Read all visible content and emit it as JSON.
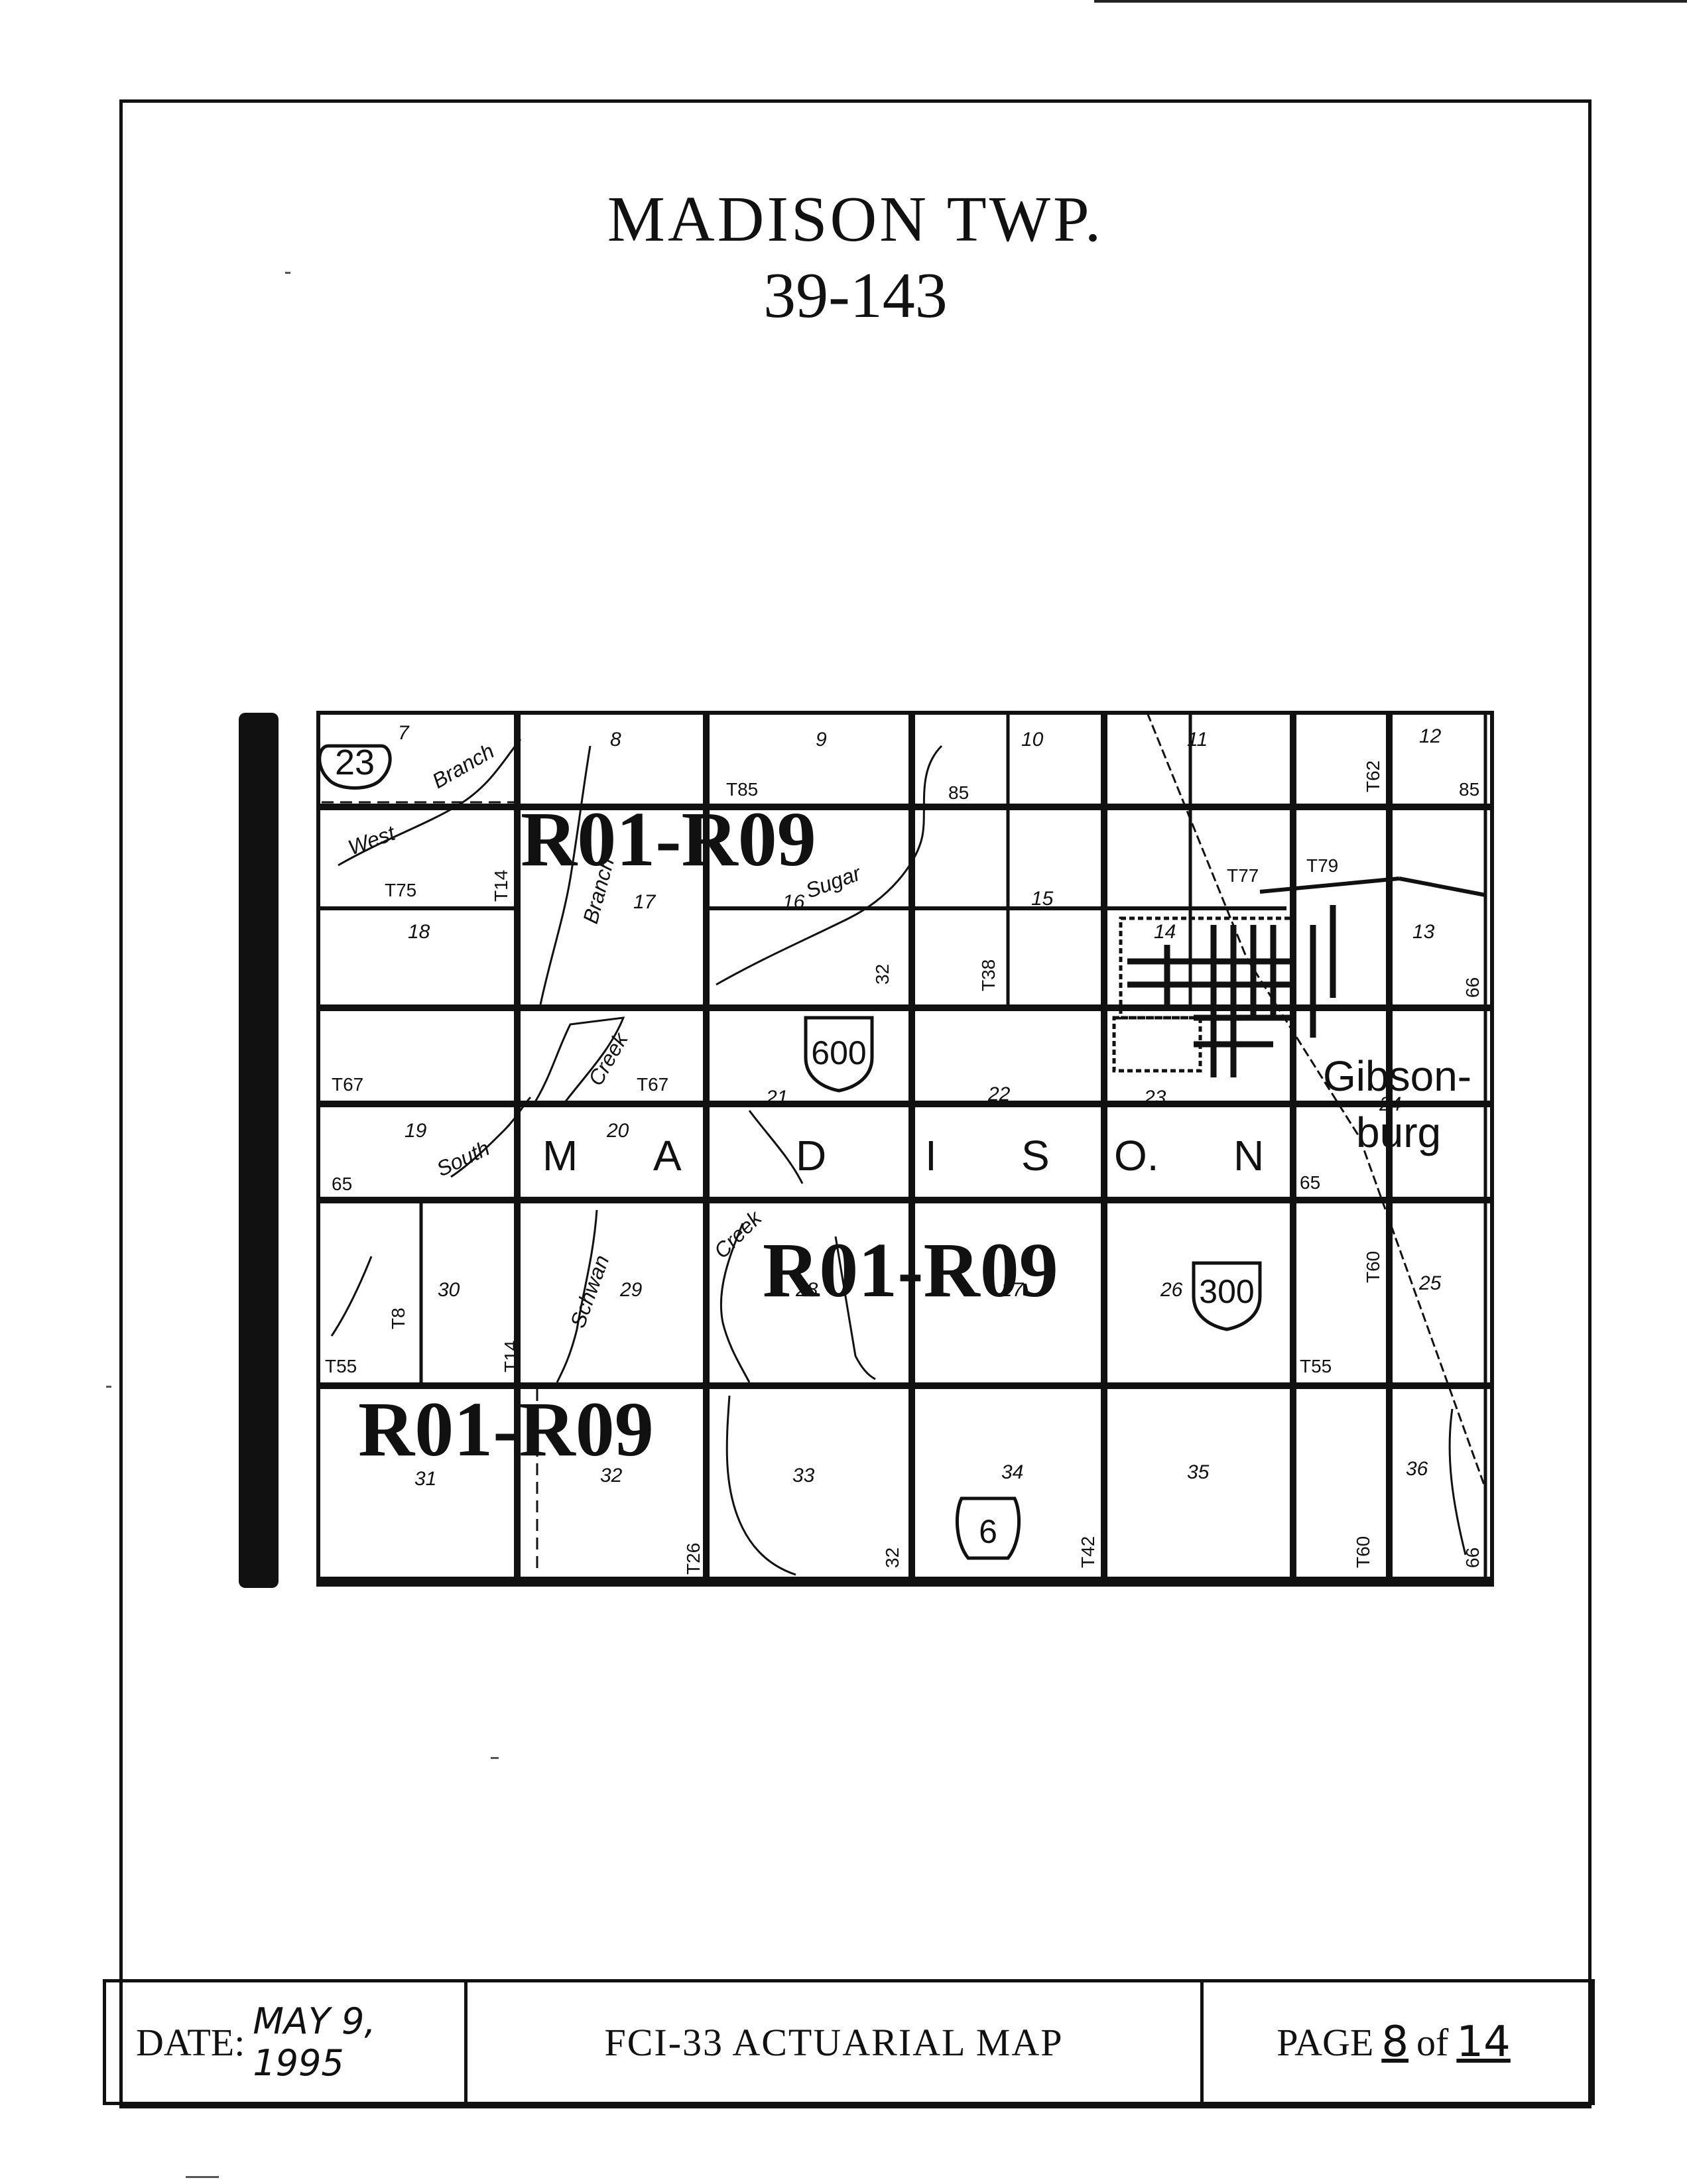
{
  "title": "MADISON TWP.",
  "code": "39-143",
  "footer": {
    "date_label": "DATE:",
    "date_value": "MAY 9, 1995",
    "map_name": "FCI-33 ACTUARIAL MAP",
    "page_label": "PAGE",
    "page_num": "8",
    "of_label": "of",
    "page_total": "14"
  },
  "map": {
    "township_letters": [
      "M",
      "A",
      "D",
      "I",
      "S",
      "O.",
      "N"
    ],
    "town_name_1": "Gibson-",
    "town_name_2": "burg",
    "rate_stamps": [
      "R01-R09",
      "R01-R09",
      "R01-R09"
    ],
    "highway_shields": [
      "23",
      "600",
      "300",
      "6"
    ],
    "section_numbers": [
      "7",
      "8",
      "9",
      "10",
      "11",
      "12",
      "18",
      "17",
      "16",
      "15",
      "14",
      "13",
      "19",
      "20",
      "21",
      "22",
      "23",
      "24",
      "30",
      "29",
      "28",
      "27",
      "26",
      "25",
      "31",
      "32",
      "33",
      "34",
      "35",
      "36"
    ],
    "road_labels": [
      "T85",
      "85",
      "T62",
      "85",
      "T75",
      "T14",
      "T77",
      "T79",
      "32",
      "T38",
      "66",
      "T67",
      "T67",
      "65",
      "65",
      "T8",
      "T14",
      "T55",
      "T60",
      "T55",
      "T26",
      "32",
      "T42",
      "T60",
      "66"
    ],
    "water_labels": [
      "West",
      "Branch",
      "Branch",
      "Sugar",
      "Creek",
      "South",
      "Schwan",
      "Creek"
    ]
  }
}
